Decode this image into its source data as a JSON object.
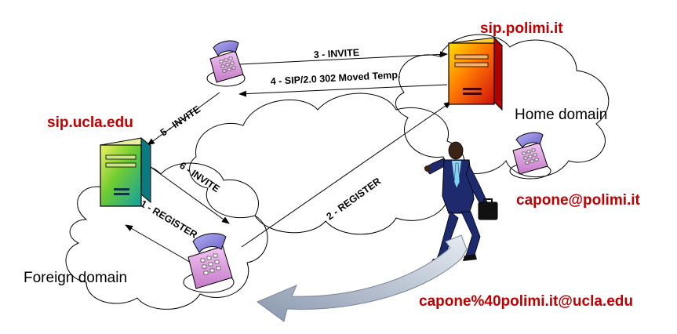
{
  "servers": {
    "home": {
      "name": "sip.polimi.it"
    },
    "foreign": {
      "name": "sip.ucla.edu"
    }
  },
  "domains": {
    "home": "Home domain",
    "foreign": "Foreign domain"
  },
  "users": {
    "home_address": "capone@polimi.it",
    "temp_address": "capone%40polimi.it@ucla.edu"
  },
  "messages": [
    {
      "step": 1,
      "label": "1 - REGISTER"
    },
    {
      "step": 2,
      "label": "2 - REGISTER"
    },
    {
      "step": 3,
      "label": "3 - INVITE"
    },
    {
      "step": 4,
      "label": "4 - SIP/2.0 302 Moved Temp."
    },
    {
      "step": 5,
      "label": "5 - INVITE"
    },
    {
      "step": 6,
      "label": "6 - INVITE"
    }
  ],
  "colors": {
    "label_red": "#c00000",
    "cloud_stroke": "#000000",
    "phone_body": "#9a8fe0",
    "phone_base": "#e6a8e6",
    "movement_arrow": "#a9b4c4"
  },
  "icons": [
    "server-icon",
    "telephone-icon",
    "cloud-shape",
    "walking-man-icon",
    "movement-arrow"
  ]
}
